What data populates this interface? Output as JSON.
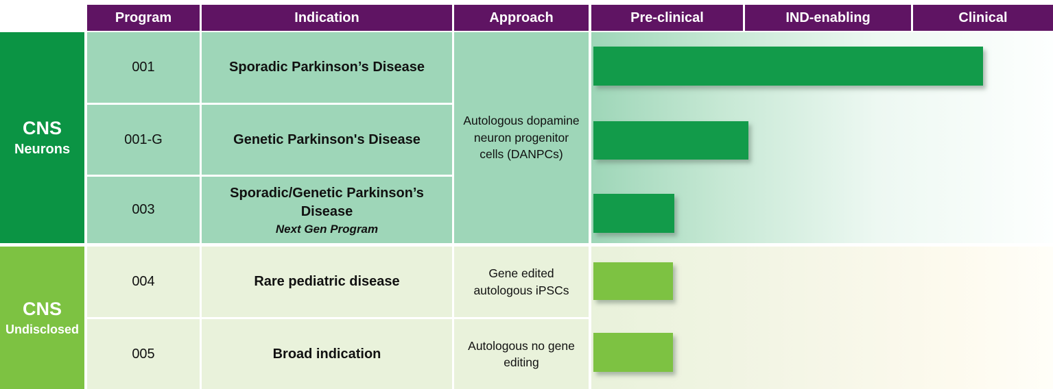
{
  "header": {
    "columns": [
      {
        "label": "Program"
      },
      {
        "label": "Indication"
      },
      {
        "label": "Approach"
      },
      {
        "label": "Pre-clinical"
      },
      {
        "label": "IND-enabling"
      },
      {
        "label": "Clinical"
      }
    ]
  },
  "groups": [
    {
      "title": "CNS",
      "subtitle": "Neurons",
      "approach": "Autologous dopamine neuron progenitor cells (DANPCs)",
      "rows": [
        {
          "program": "001",
          "indication": "Sporadic Parkinson’s Disease"
        },
        {
          "program": "001-G",
          "indication": "Genetic Parkinson's Disease"
        },
        {
          "program": "003",
          "indication": "Sporadic/Genetic Parkinson’s Disease",
          "indication_note": "Next Gen Program"
        }
      ]
    },
    {
      "title": "CNS",
      "subtitle": "Undisclosed",
      "rows": [
        {
          "program": "004",
          "indication": "Rare pediatric disease",
          "approach": "Gene edited autologous iPSCs"
        },
        {
          "program": "005",
          "indication": "Broad indication",
          "approach": "Autologous no gene editing"
        }
      ]
    }
  ],
  "colors": {
    "header_bg": "#5F1463",
    "header_text": "#FFFFFF",
    "cns_neurons_bg": "#0B9444",
    "cns_undisclosed_bg": "#7DC242",
    "neurons_cell_bg": "#9ED6B8",
    "undisclosed_cell_bg": "#E9F2DB",
    "bar_dark_green": "#129B4A",
    "bar_light_green": "#7DC242"
  },
  "chart_data": {
    "type": "bar",
    "orientation": "horizontal",
    "title": "Therapeutic pipeline progression by program",
    "stage_axis": [
      "Pre-clinical",
      "IND-enabling",
      "Clinical"
    ],
    "categories": [
      "001",
      "001-G",
      "003",
      "004",
      "005"
    ],
    "bars": [
      {
        "program": "001",
        "group": "CNS Neurons",
        "indication": "Sporadic Parkinson’s Disease",
        "reached_stage": "Clinical",
        "progress_stage_units": 2.5,
        "width_pct": 84.4,
        "color": "#129B4A"
      },
      {
        "program": "001-G",
        "group": "CNS Neurons",
        "indication": "Genetic Parkinson's Disease",
        "reached_stage": "IND-enabling",
        "progress_stage_units": 1.02,
        "width_pct": 33.6,
        "color": "#129B4A"
      },
      {
        "program": "003",
        "group": "CNS Neurons",
        "indication": "Sporadic/Genetic Parkinson’s Disease (Next Gen Program)",
        "reached_stage": "Pre-clinical",
        "progress_stage_units": 0.54,
        "width_pct": 17.5,
        "color": "#129B4A"
      },
      {
        "program": "004",
        "group": "CNS Undisclosed",
        "indication": "Rare pediatric disease",
        "reached_stage": "Pre-clinical",
        "progress_stage_units": 0.52,
        "width_pct": 17.3,
        "color": "#7DC242"
      },
      {
        "program": "005",
        "group": "CNS Undisclosed",
        "indication": "Broad indication",
        "reached_stage": "Pre-clinical",
        "progress_stage_units": 0.52,
        "width_pct": 17.3,
        "color": "#7DC242"
      }
    ],
    "legend": false,
    "grid": false
  }
}
